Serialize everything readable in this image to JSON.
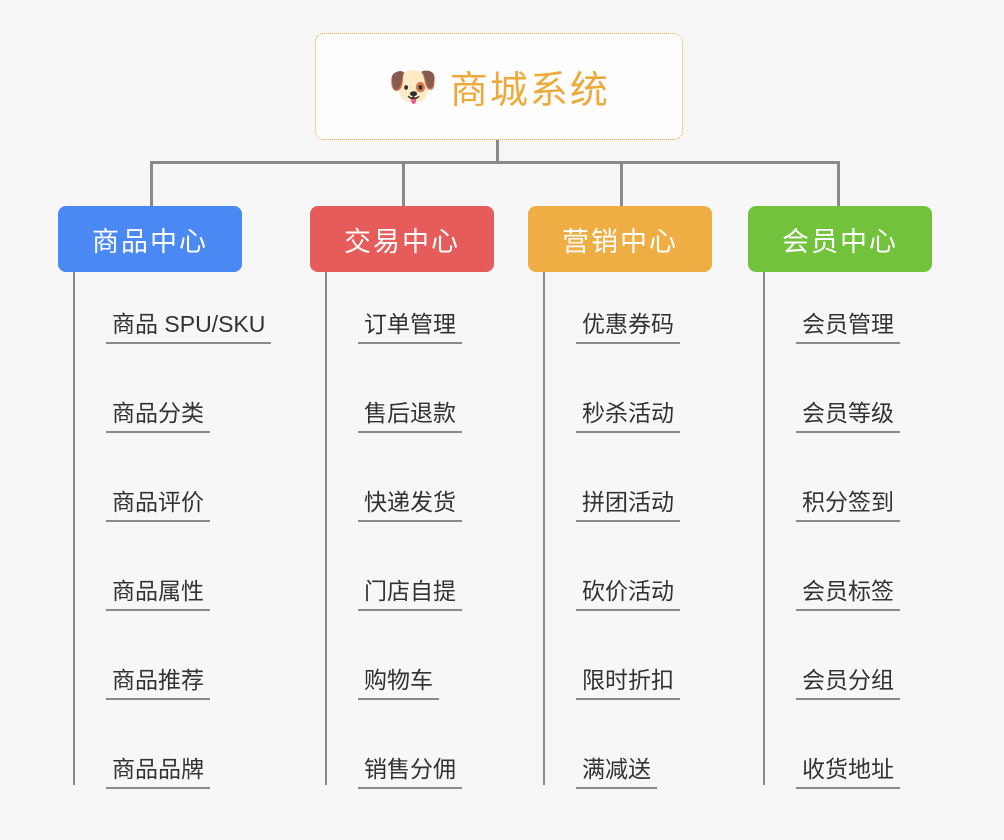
{
  "diagram": {
    "title": "商城系统",
    "root": {
      "label": "商城系统",
      "icon": "shiba-dog-face-emoji",
      "emoji": "🐶",
      "text_color": "#eda93a",
      "border_color": "#e9a93c",
      "background": "#fefefe"
    },
    "canvas_background": "#f7f7f7",
    "connector_color": "#8a8a8a",
    "branches": [
      {
        "label": "商品中心",
        "color": "#4a89f3",
        "items": [
          "商品 SPU/SKU",
          "商品分类",
          "商品评价",
          "商品属性",
          "商品推荐",
          "商品品牌"
        ]
      },
      {
        "label": "交易中心",
        "color": "#e55c5a",
        "items": [
          "订单管理",
          "售后退款",
          "快递发货",
          "门店自提",
          "购物车",
          "销售分佣"
        ]
      },
      {
        "label": "营销中心",
        "color": "#eeae43",
        "items": [
          "优惠券码",
          "秒杀活动",
          "拼团活动",
          "砍价活动",
          "限时折扣",
          "满减送"
        ]
      },
      {
        "label": "会员中心",
        "color": "#73c23c",
        "items": [
          "会员管理",
          "会员等级",
          "积分签到",
          "会员标签",
          "会员分组",
          "收货地址"
        ]
      }
    ]
  }
}
